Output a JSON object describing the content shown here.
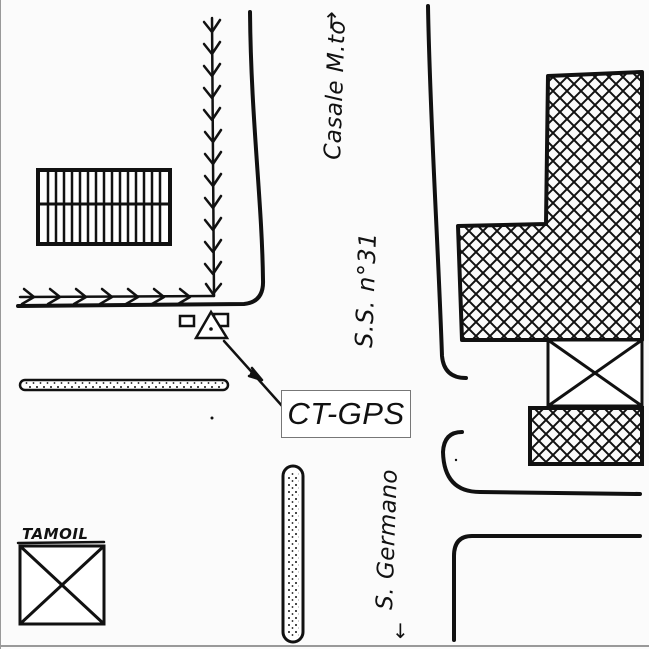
{
  "map": {
    "labels": {
      "casale": "Casale M.to",
      "casale_arrow": "→",
      "road": "S.S. n°31",
      "germano": "S. Germano",
      "germano_arrow": "↓",
      "tamoil": "TAMOIL",
      "station": "CT-GPS"
    },
    "colors": {
      "ink": "#111111",
      "paper": "#fbfbfb",
      "label_box_border": "#777777"
    },
    "icons": [
      "gps-station-triangle-icon",
      "tree-row-icon",
      "crosshatch-building-icon",
      "crossed-box-icon"
    ]
  }
}
